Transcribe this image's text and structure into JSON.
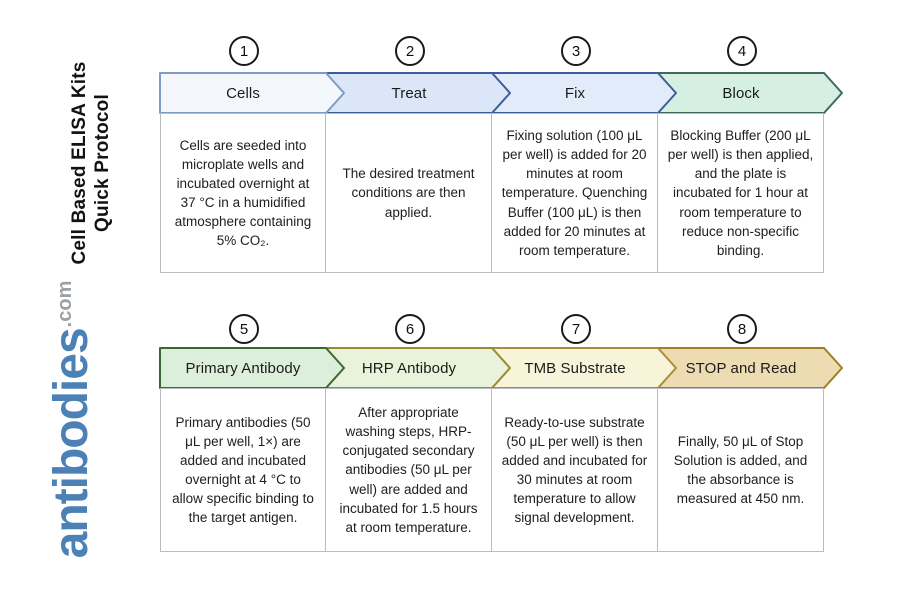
{
  "title": {
    "line1": "Cell Based ELISA Kits",
    "line2": "Quick Protocol"
  },
  "logo": {
    "name": "antibodies",
    "tld": ".com",
    "brand_color": "#4c81b6",
    "tld_color": "#9aa0a4"
  },
  "steps": [
    {
      "number": "1",
      "label": "Cells",
      "description": "Cells are seeded into microplate wells and incubated overnight at 37 °C in a humidified atmosphere containing 5% CO₂.",
      "fill": "#f4f8fd",
      "stroke": "#7e9cc4"
    },
    {
      "number": "2",
      "label": "Treat",
      "description": "The desired treatment conditions are then applied.",
      "fill": "#dbe7f8",
      "stroke": "#3d5e9a"
    },
    {
      "number": "3",
      "label": "Fix",
      "description": "Fixing solution (100 μL per well) is added for 20 minutes at room temperature. Quenching Buffer (100 μL) is then added for 20 minutes at room temperature.",
      "fill": "#e2ebfa",
      "stroke": "#3d5e9a"
    },
    {
      "number": "4",
      "label": "Block",
      "description": "Blocking Buffer (200 μL per well) is then applied, and the plate is incubated for 1 hour at room temperature to reduce non-specific binding.",
      "fill": "#d5efe3",
      "stroke": "#3f6a59"
    },
    {
      "number": "5",
      "label": "Primary Antibody",
      "description": "Primary antibodies (50 μL per well, 1×) are added and incubated overnight at 4 °C to allow specific binding to the target antigen.",
      "fill": "#dcefdb",
      "stroke": "#3a682f"
    },
    {
      "number": "6",
      "label": "HRP Antibody",
      "description": "After appropriate washing steps, HRP-conjugated secondary antibodies (50 μL per well) are added and incubated for 1.5 hours at room temperature.",
      "fill": "#e9f2da",
      "stroke": "#9d8832"
    },
    {
      "number": "7",
      "label": "TMB Substrate",
      "description": "Ready-to-use substrate (50 μL per well) is then added and incubated for 30 minutes at room temperature to allow signal development.",
      "fill": "#f8f4da",
      "stroke": "#ab8b37"
    },
    {
      "number": "8",
      "label": "STOP and Read",
      "description": "Finally, 50 μL of Stop Solution is added, and the absorbance is measured at 450 nm.",
      "fill": "#eddcb2",
      "stroke": "#a27c26"
    }
  ]
}
